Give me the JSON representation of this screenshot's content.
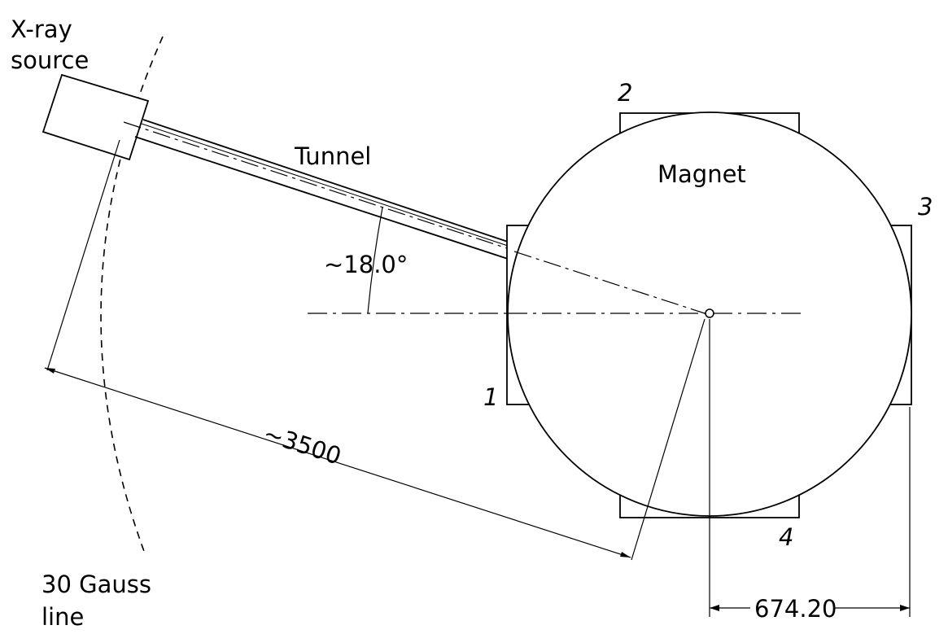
{
  "labels": {
    "source_line1": "X-ray",
    "source_line2": "source",
    "tunnel": "Tunnel",
    "magnet": "Magnet",
    "gauss_line1": "30 Gauss",
    "gauss_line2": "line",
    "angle": "~18.0°",
    "distance": "~3500",
    "width": "674.20"
  },
  "corners": [
    "1",
    "2",
    "3",
    "4"
  ],
  "colors": {
    "line": "#000000",
    "background": "#ffffff"
  }
}
